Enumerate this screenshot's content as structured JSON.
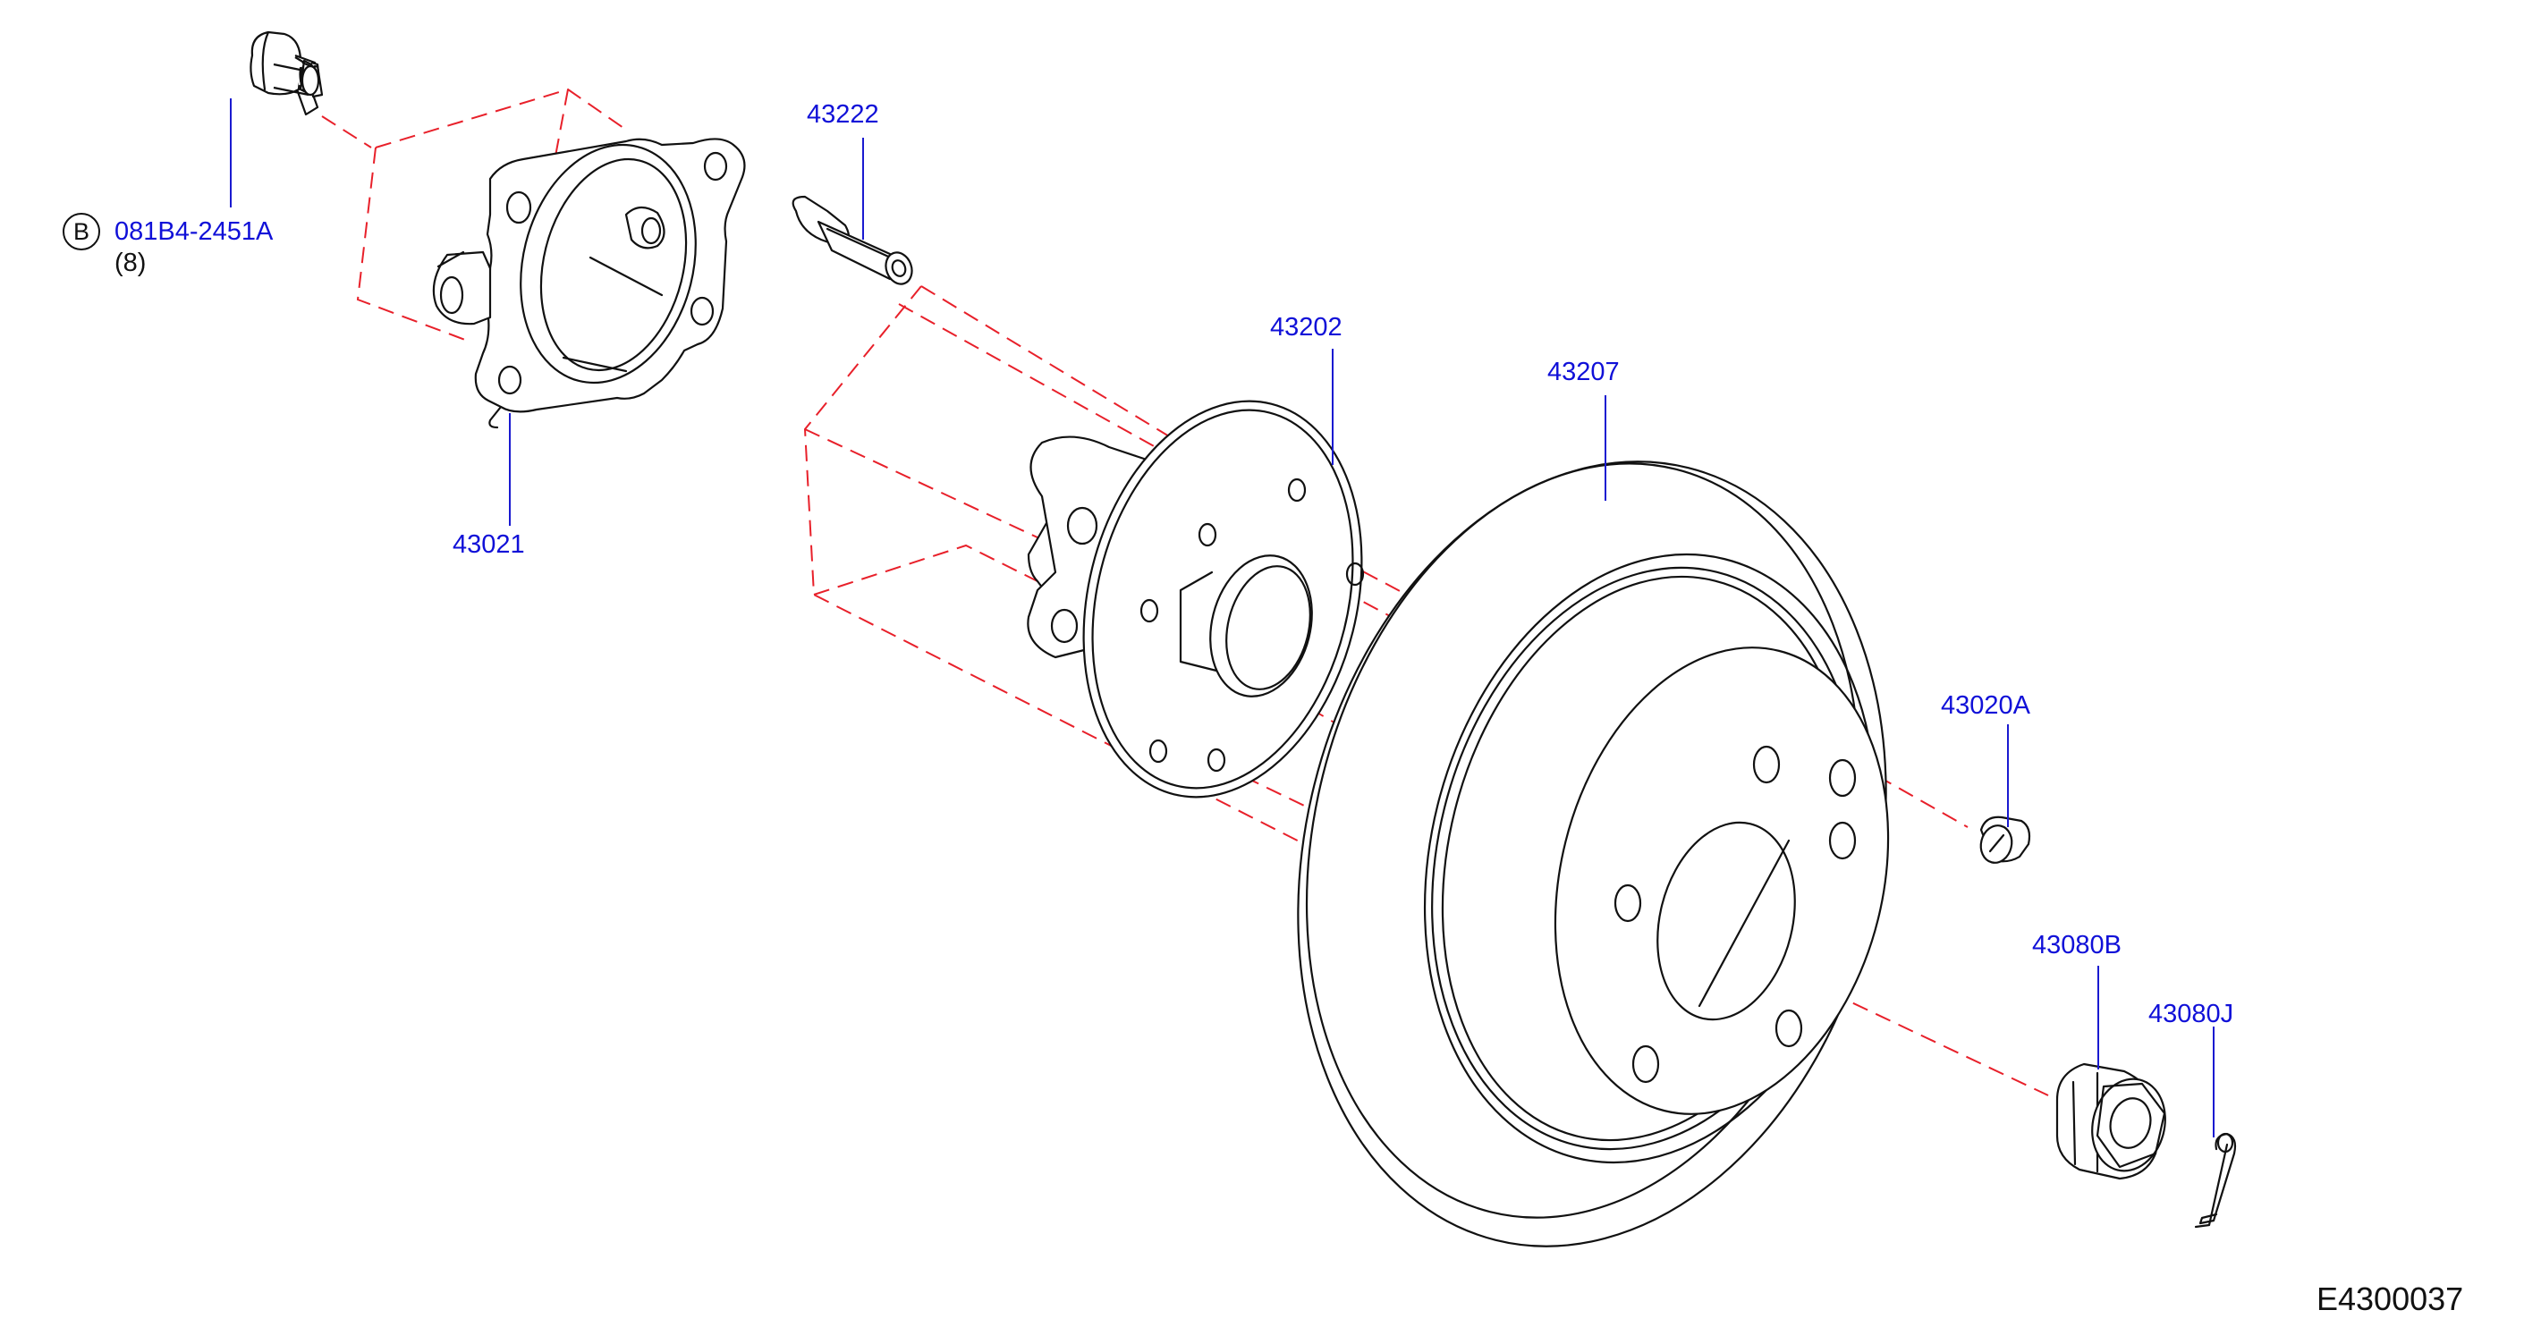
{
  "figure_code": "E4300037",
  "parts": [
    {
      "id": "bolt",
      "number": "081B4-2451A",
      "badge": "B",
      "quantity": "(8)"
    },
    {
      "id": "housing",
      "number": "43021"
    },
    {
      "id": "stud",
      "number": "43222"
    },
    {
      "id": "hub",
      "number": "43202"
    },
    {
      "id": "rotor",
      "number": "43207"
    },
    {
      "id": "cap",
      "number": "43020A"
    },
    {
      "id": "nut",
      "number": "43080B"
    },
    {
      "id": "pin",
      "number": "43080J"
    }
  ],
  "colors": {
    "callout_text": "#1010d8",
    "leader_line": "#1a1ad0",
    "center_line": "#e8202a",
    "outline": "#111111"
  }
}
